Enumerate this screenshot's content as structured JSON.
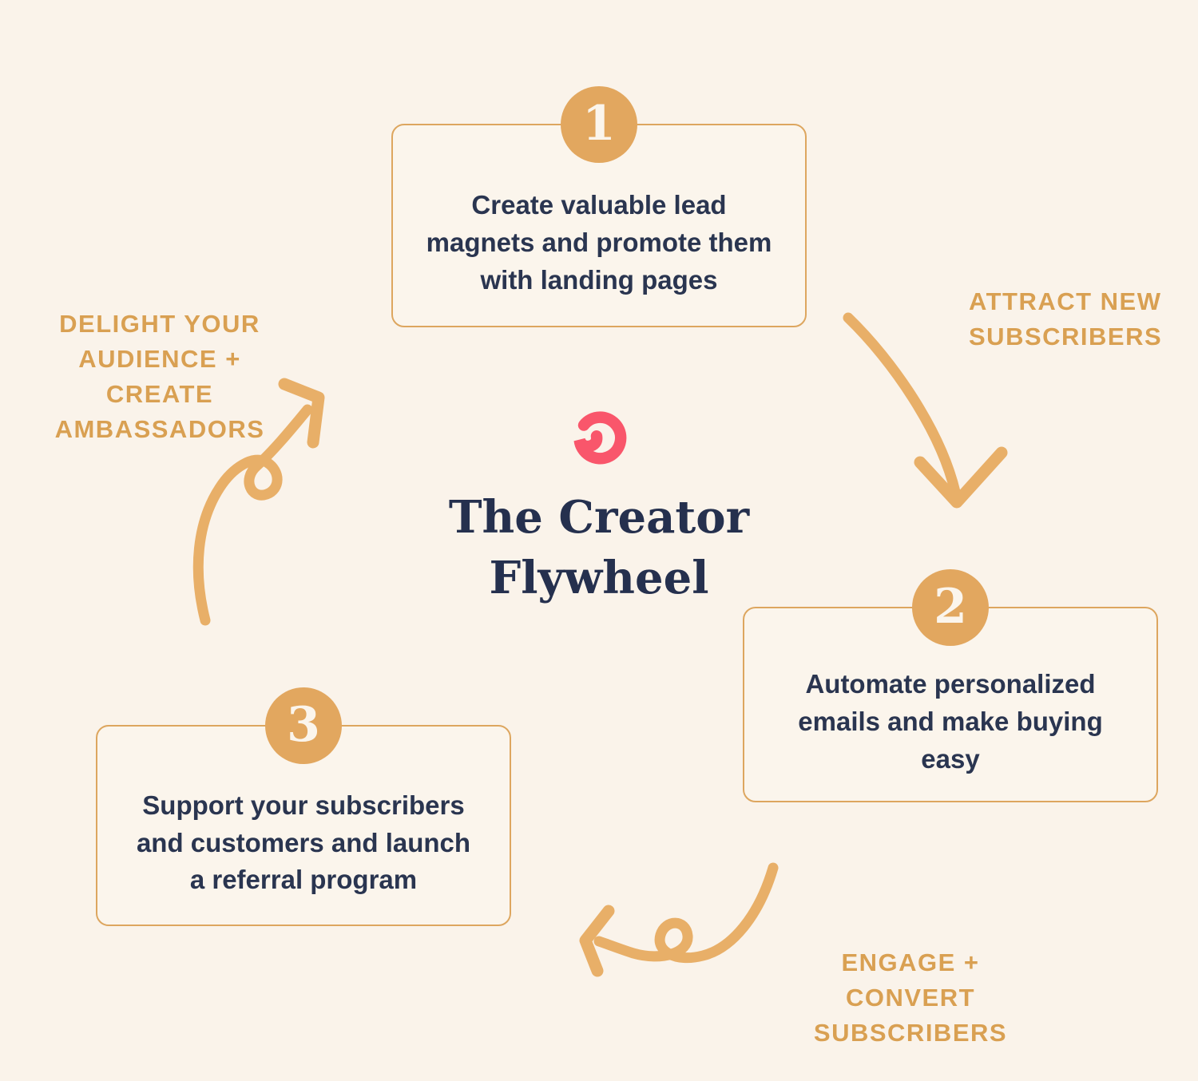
{
  "colors": {
    "background": "#faf3ea",
    "gold_accent": "#e2a75f",
    "gold_arrow": "#e8af68",
    "gold_label_text": "#d9a052",
    "box_border": "#dda65f",
    "box_fill": "#fbf5ec",
    "body_text_navy": "#2a3550",
    "title_navy": "#25304e",
    "logo_coral": "#f9566b",
    "number_text_cream": "#fbf5ec"
  },
  "title": {
    "line1": "The Creator",
    "line2": "Flywheel"
  },
  "logo": {
    "name": "coral-swirl"
  },
  "steps": [
    {
      "number": "1",
      "line1": "Create valuable lead",
      "line2": "magnets and promote them",
      "line3": "with landing pages"
    },
    {
      "number": "2",
      "line1": "Automate personalized",
      "line2": "emails and make buying",
      "line3": "easy"
    },
    {
      "number": "3",
      "line1": "Support your subscribers",
      "line2": "and customers and launch",
      "line3": "a referral program"
    }
  ],
  "labels": {
    "attract": {
      "line1": "ATTRACT NEW",
      "line2": "SUBSCRIBERS"
    },
    "engage": {
      "line1": "ENGAGE + CONVERT",
      "line2": "SUBSCRIBERS"
    },
    "delight": {
      "line1": "DELIGHT YOUR",
      "line2": "AUDIENCE + CREATE",
      "line3": "AMBASSADORS"
    }
  }
}
